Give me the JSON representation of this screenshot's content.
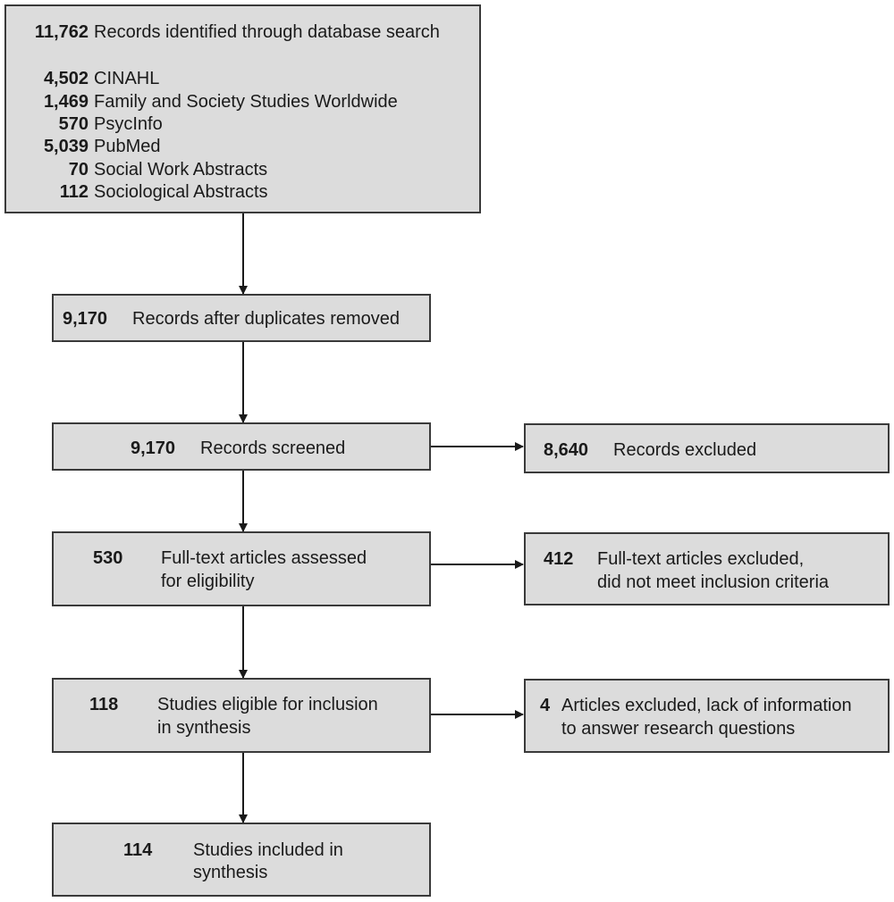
{
  "identification": {
    "total_count": "11,762",
    "total_label": "Records identified through database search",
    "databases": [
      {
        "count": "4,502",
        "name": "CINAHL"
      },
      {
        "count": "1,469",
        "name": "Family and Society Studies Worldwide"
      },
      {
        "count": "570",
        "name": "PsycInfo"
      },
      {
        "count": "5,039",
        "name": "PubMed"
      },
      {
        "count": "70",
        "name": "Social Work Abstracts"
      },
      {
        "count": "112",
        "name": "Sociological Abstracts"
      }
    ]
  },
  "deduplicated": {
    "count": "9,170",
    "label": "Records after duplicates removed"
  },
  "screened": {
    "count": "9,170",
    "label": "Records screened"
  },
  "screen_excluded": {
    "count": "8,640",
    "label": "Records excluded"
  },
  "fulltext": {
    "count": "530",
    "label_line1": "Full-text articles assessed",
    "label_line2": "for eligibility"
  },
  "fulltext_excluded": {
    "count": "412",
    "label_line1": "Full-text articles excluded,",
    "label_line2": "did not meet inclusion criteria"
  },
  "eligible": {
    "count": "118",
    "label_line1": "Studies eligible for inclusion",
    "label_line2": "in synthesis"
  },
  "eligible_excluded": {
    "count": "4",
    "label_line1": "Articles excluded, lack of information",
    "label_line2": "to answer research questions"
  },
  "included": {
    "count": "114",
    "label_line1": "Studies included in",
    "label_line2": "synthesis"
  },
  "colors": {
    "box_fill": "#dcdcdc",
    "border": "#3a3a3a",
    "arrow": "#1a1a1a"
  }
}
